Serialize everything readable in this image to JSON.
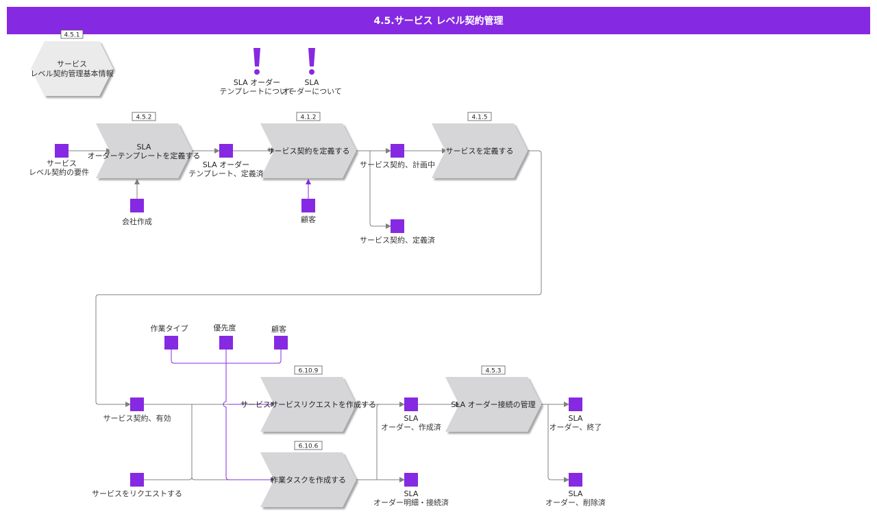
{
  "header": {
    "title": "4.5.サービス レベル契約管理"
  },
  "colors": {
    "accent": "#8629e2",
    "process_fill": "#d6d6d8",
    "line": "#808080"
  },
  "info": {
    "tag": "4.5.1",
    "line1": "サービス",
    "line2": "レベル契約管理基本情報"
  },
  "notes": [
    {
      "icon": "exclamation-icon",
      "line1": "SLA オーダー",
      "line2": "テンプレートについて"
    },
    {
      "icon": "exclamation-icon",
      "line1": "SLA",
      "line2": "オーダーについて"
    }
  ],
  "processes": {
    "p1": {
      "tag": "4.5.2",
      "line1": "SLA",
      "line2": "オーダーテンプレートを定義する"
    },
    "p2": {
      "tag": "4.1.2",
      "line1": "サービス契約を定義する"
    },
    "p3": {
      "tag": "4.1.5",
      "line1": "サービスを定義する"
    },
    "p4": {
      "tag": "6.10.9",
      "line1": "サービスサービスリクエストを作成する"
    },
    "p5": {
      "tag": "6.10.6",
      "line1": "作業タスクを作成する"
    },
    "p6": {
      "tag": "4.5.3",
      "line1": "SLA オーダー接続の管理"
    }
  },
  "objects": {
    "o1": {
      "line1": "サービス",
      "line2": "レベル契約の要件"
    },
    "o2": {
      "line1": "会社作成"
    },
    "o3": {
      "line1": "SLA オーダー",
      "line2": "テンプレート、定義済"
    },
    "o4": {
      "line1": "顧客"
    },
    "o5": {
      "line1": "サービス契約、計画中"
    },
    "o6": {
      "line1": "サービス契約、定義済"
    },
    "o7": {
      "line1": "作業タイプ"
    },
    "o8": {
      "line1": "優先度"
    },
    "o9": {
      "line1": "顧客"
    },
    "o10": {
      "line1": "サービス契約、有効"
    },
    "o11": {
      "line1": "サービスをリクエストする"
    },
    "o12": {
      "line1": "SLA",
      "line2": "オーダー、作成済"
    },
    "o13": {
      "line1": "SLA",
      "line2": "オーダー明細・接続済"
    },
    "o14": {
      "line1": "SLA",
      "line2": "オーダー、終了"
    },
    "o15": {
      "line1": "SLA",
      "line2": "オーダー、削除済"
    }
  }
}
